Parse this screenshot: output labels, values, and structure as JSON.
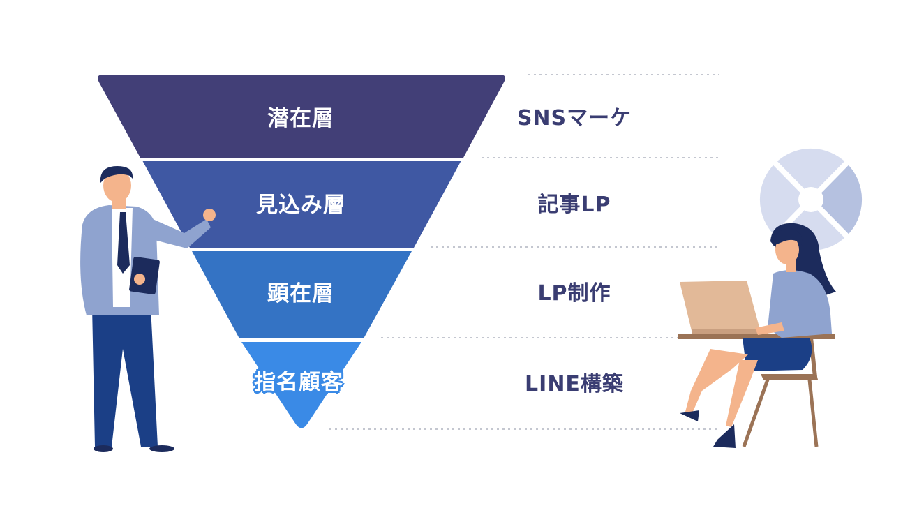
{
  "funnel": {
    "layers": [
      {
        "label": "潜在層",
        "color": "#423f77"
      },
      {
        "label": "見込み層",
        "color": "#3f58a3"
      },
      {
        "label": "顕在層",
        "color": "#3473c4"
      },
      {
        "label": "指名顧客",
        "color": "#3a8ae6"
      }
    ]
  },
  "tactics": [
    {
      "label": "SNSマーケ"
    },
    {
      "label": "記事LP"
    },
    {
      "label": "LP制作"
    },
    {
      "label": "LINE構築"
    }
  ],
  "colors": {
    "text_dark": "#3a3d72",
    "dotted_line": "#c4c7d0",
    "suit_light": "#8fa3cf",
    "suit_dark": "#1b3f86",
    "skin": "#f4b48c",
    "hair": "#1c2b5c",
    "laptop": "#e2b998",
    "chair": "#9b7356",
    "pie_light": "#d6dcef",
    "pie_mid": "#b5c1e0"
  }
}
